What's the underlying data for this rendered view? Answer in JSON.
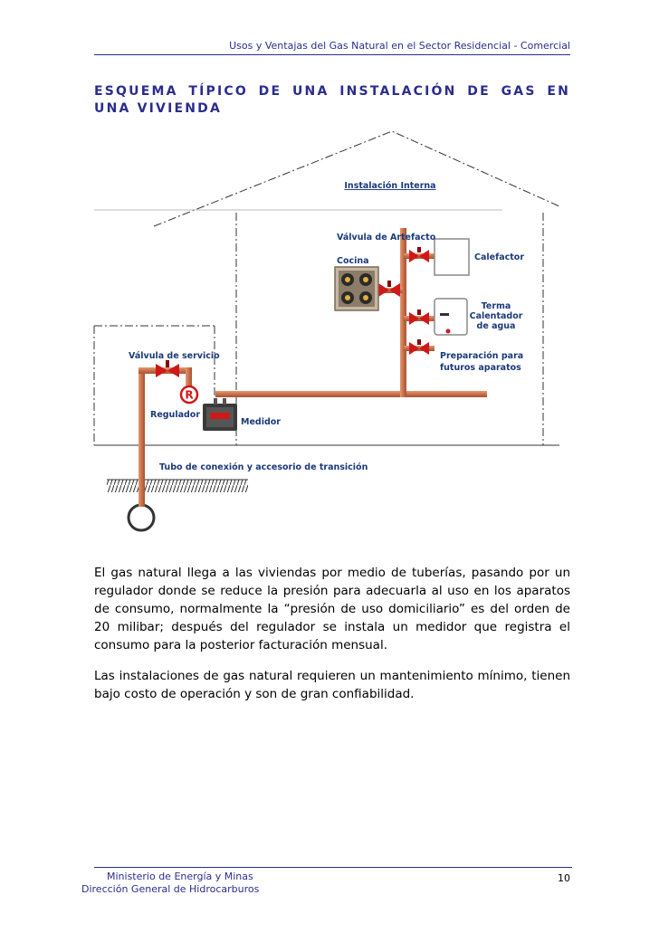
{
  "header": {
    "running_title": "Usos y Ventajas del Gas Natural  en el Sector Residencial - Comercial"
  },
  "title": "ESQUEMA TÍPICO DE UNA INSTALACIÓN DE GAS EN UNA VIVIENDA",
  "diagram": {
    "labels": {
      "instalacion_interna": "Instalación Interna",
      "valvula_artefacto": "Válvula de Artefacto",
      "cocina": "Cocina",
      "calefactor": "Calefactor",
      "terma_1": "Terma",
      "terma_2": "Calentador",
      "terma_3": "de agua",
      "preparacion_1": "Preparación para",
      "preparacion_2": "futuros aparatos",
      "valvula_servicio": "Válvula de servicio",
      "regulador": "Regulador",
      "regulador_symbol": "R",
      "medidor": "Medidor",
      "tubo": "Tubo de conexión y accesorio de transición"
    },
    "colors": {
      "pipe": "#c8704a",
      "valve": "#d01818",
      "label": "#1b3a7a"
    }
  },
  "body": {
    "paragraph_1": "El gas natural llega a las viviendas por medio de tuberías, pasando por un regulador donde se reduce la presión para adecuarla al uso en los aparatos de consumo, normalmente la “presión de uso domiciliario” es del orden de 20 milibar; después del regulador se instala un medidor que registra el consumo para la posterior facturación mensual.",
    "paragraph_2": "Las instalaciones de gas natural requieren un mantenimiento mínimo, tienen bajo costo de operación y son de gran confiabilidad."
  },
  "footer": {
    "line_1": "Ministerio de Energía y Minas",
    "line_2": "Dirección General de Hidrocarburos",
    "page_number": "10"
  }
}
